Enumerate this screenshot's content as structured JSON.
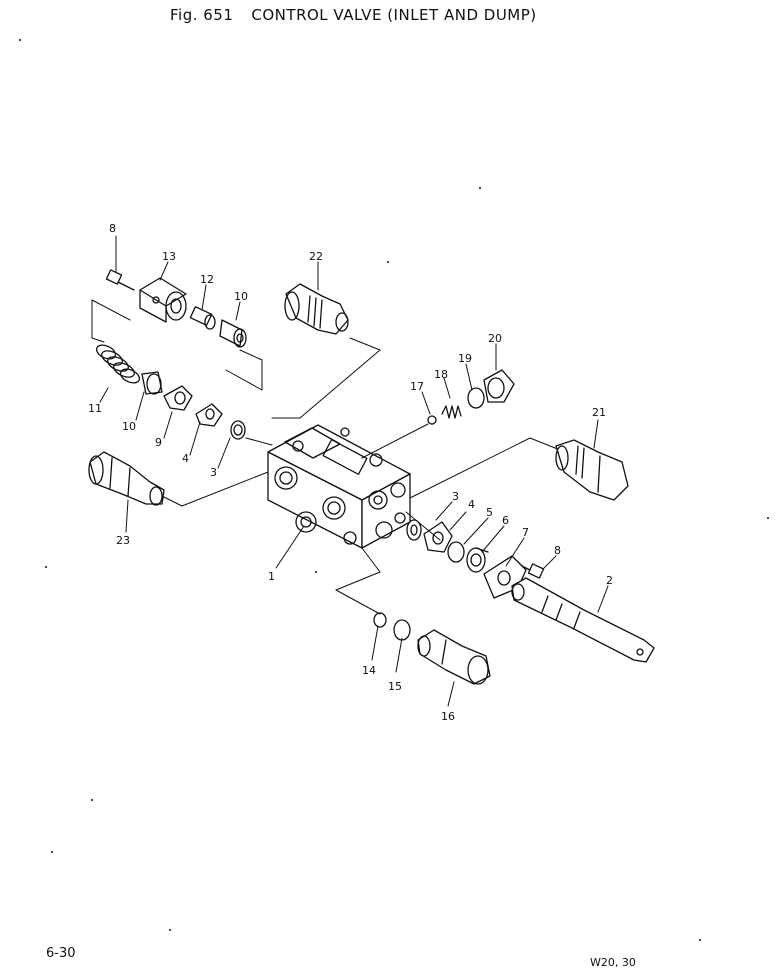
{
  "header": {
    "fig": "Fig. 651",
    "title": "CONTROL VALVE (INLET AND DUMP)"
  },
  "footer": {
    "page": "6-30",
    "model": "W20, 30"
  },
  "callouts": [
    {
      "id": "c8a",
      "label": "8"
    },
    {
      "id": "c13",
      "label": "13"
    },
    {
      "id": "c12",
      "label": "12"
    },
    {
      "id": "c10a",
      "label": "10"
    },
    {
      "id": "c22",
      "label": "22"
    },
    {
      "id": "c11",
      "label": "11"
    },
    {
      "id": "c10b",
      "label": "10"
    },
    {
      "id": "c9",
      "label": "9"
    },
    {
      "id": "c4a",
      "label": "4"
    },
    {
      "id": "c3a",
      "label": "3"
    },
    {
      "id": "c17",
      "label": "17"
    },
    {
      "id": "c18",
      "label": "18"
    },
    {
      "id": "c19",
      "label": "19"
    },
    {
      "id": "c20",
      "label": "20"
    },
    {
      "id": "c21",
      "label": "21"
    },
    {
      "id": "c23",
      "label": "23"
    },
    {
      "id": "c1",
      "label": "1"
    },
    {
      "id": "c3b",
      "label": "3"
    },
    {
      "id": "c4b",
      "label": "4"
    },
    {
      "id": "c5",
      "label": "5"
    },
    {
      "id": "c6",
      "label": "6"
    },
    {
      "id": "c7",
      "label": "7"
    },
    {
      "id": "c8b",
      "label": "8"
    },
    {
      "id": "c2",
      "label": "2"
    },
    {
      "id": "c14",
      "label": "14"
    },
    {
      "id": "c15",
      "label": "15"
    },
    {
      "id": "c16",
      "label": "16"
    }
  ]
}
